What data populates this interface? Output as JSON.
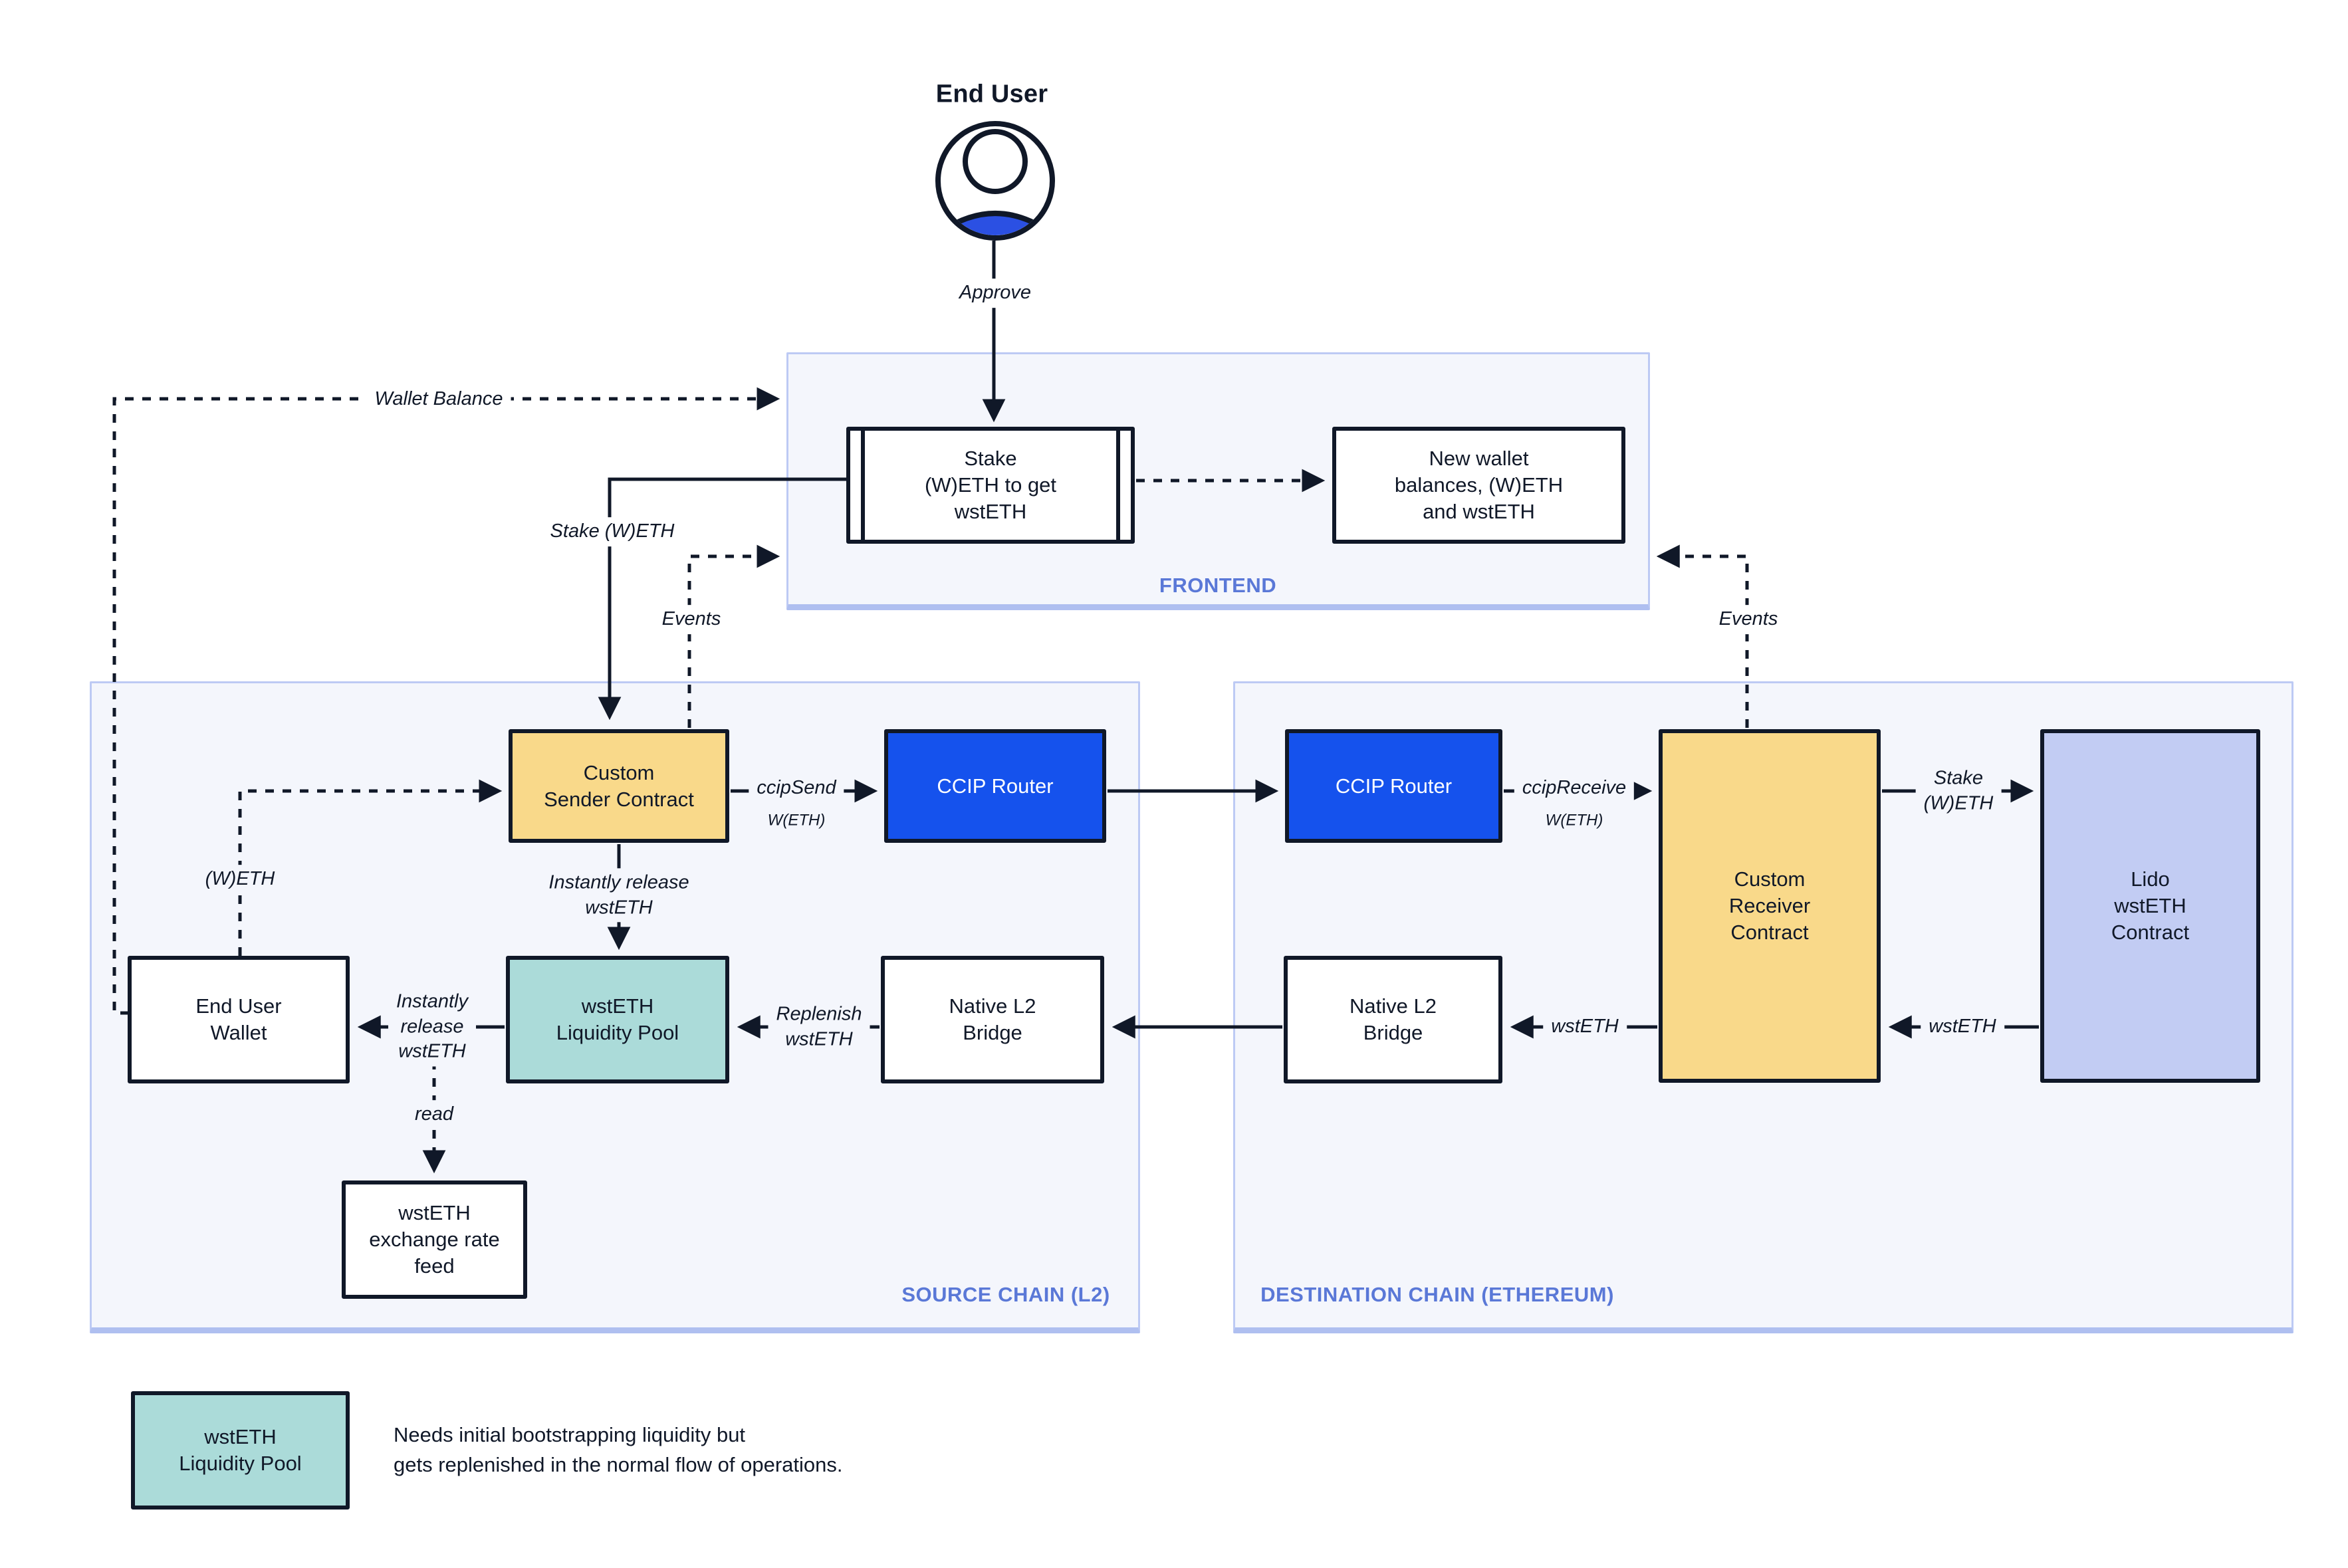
{
  "end_user": {
    "title": "End User",
    "icon": "person-in-circle-icon"
  },
  "frontend": {
    "label": "FRONTEND",
    "stake_box": "Stake\n(W)ETH to get\nwstETH",
    "new_wallet_box": "New wallet\nbalances, (W)ETH\nand wstETH"
  },
  "source_chain": {
    "label": "SOURCE CHAIN (L2)",
    "custom_sender": "Custom\nSender Contract",
    "ccip_router": "CCIP Router",
    "end_user_wallet": "End User\nWallet",
    "liquidity_pool": "wstETH\nLiquidity Pool",
    "native_bridge": "Native L2\nBridge",
    "exchange_rate_feed": "wstETH\nexchange rate\nfeed"
  },
  "destination_chain": {
    "label": "DESTINATION CHAIN (ETHEREUM)",
    "ccip_router": "CCIP Router",
    "custom_receiver": "Custom\nReceiver\nContract",
    "native_bridge": "Native L2\nBridge",
    "lido_contract": "Lido\nwstETH\nContract"
  },
  "edge_labels": {
    "approve": "Approve",
    "wallet_balance": "Wallet Balance",
    "stake_weth": "Stake (W)ETH",
    "events_left": "Events",
    "events_right": "Events",
    "ccip_send": "ccipSend",
    "ccip_send_asset": "W(ETH)",
    "ccip_receive": "ccipReceive",
    "ccip_receive_asset": "W(ETH)",
    "stake_weth_right": "Stake\n(W)ETH",
    "instantly_release_mid": "Instantly release\nwstETH",
    "weth": "(W)ETH",
    "instantly_release_left": "Instantly\nrelease\nwstETH",
    "replenish": "Replenish\nwstETH",
    "wsteth_receiver_to_bridge": "wstETH",
    "wsteth_lido_to_receiver": "wstETH",
    "read": "read"
  },
  "legend": {
    "box": "wstETH\nLiquidity Pool",
    "note": "Needs initial bootstrapping liquidity but\ngets replenished in the normal flow of operations."
  },
  "colors": {
    "ink": "#101828",
    "panel_fill": "#F4F6FC",
    "panel_border": "#BDCAF4",
    "panel_label_blue": "#5A78D7",
    "contract_yellow": "#F9D98A",
    "ccip_blue": "#1552ED",
    "pool_teal": "#ABDBD9",
    "lido_periwinkle": "#C2CCF3",
    "avatar_blue": "#2B50E3"
  }
}
